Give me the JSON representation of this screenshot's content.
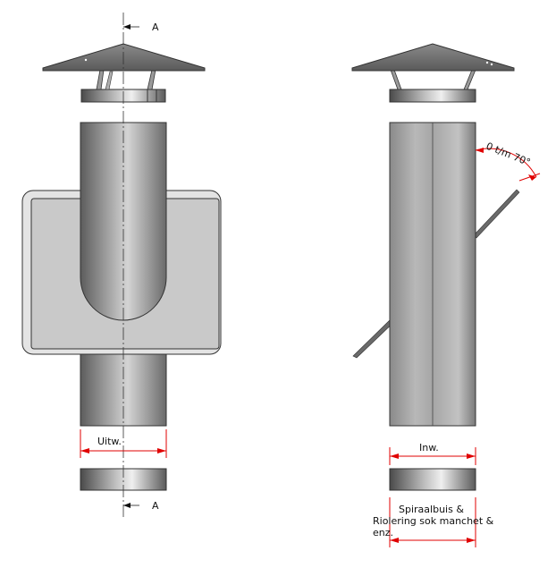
{
  "labels": {
    "section_top": "A",
    "section_bottom": "A",
    "uitw": "Uitw.",
    "inw": "Inw.",
    "angle": "0 t/m 70°",
    "note_line1": "Spiraalbuis &",
    "note_line2": "Riolering sok manchet &",
    "note_line3": "enz."
  },
  "colors": {
    "dimension": "#e00000",
    "metal_dark": "#5a5a5a",
    "metal_light": "#d8d8d8",
    "plate": "#c9c9c9",
    "outline": "#333333"
  }
}
